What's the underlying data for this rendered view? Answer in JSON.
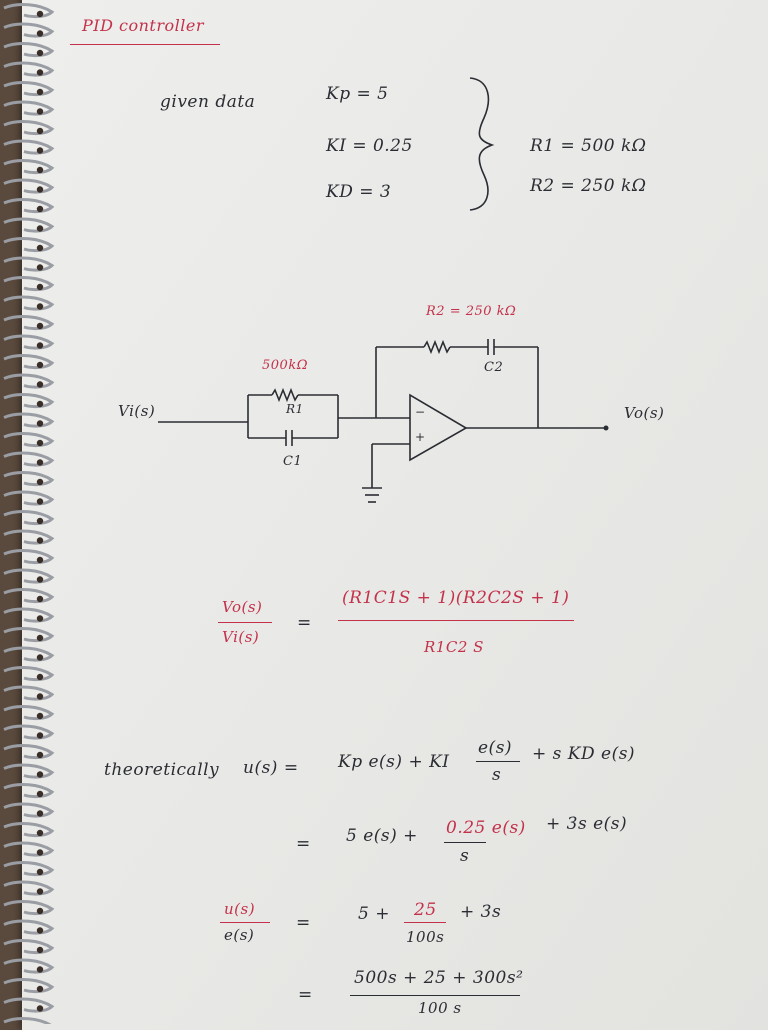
{
  "title": "PID controller",
  "given": {
    "label": "given data",
    "kp": "Kp = 5",
    "ki": "KI = 0.25",
    "kd": "KD = 3",
    "r1": "R1 = 500 kΩ",
    "r2": "R2 = 250 kΩ"
  },
  "circuit": {
    "r2_label": "R2 = 250 kΩ",
    "c2_label": "C2",
    "r1_value": "500kΩ",
    "r1_label": "R1",
    "c1_label": "C1",
    "vin_label": "Vi(s)",
    "vout_label": "Vo(s)",
    "minus": "−",
    "plus": "+"
  },
  "transfer": {
    "lhs_num": "Vo(s)",
    "lhs_den": "Vi(s)",
    "eq": "=",
    "rhs_num": "(R1C1S + 1)(R2C2S + 1)",
    "rhs_den": "R1C2 S"
  },
  "derivation": {
    "label": "theoretically",
    "line1_lhs": "u(s)  =",
    "line1_rhs_a": "Kp e(s)  +  KI",
    "line1_frac_num": "e(s)",
    "line1_frac_den": "s",
    "line1_rhs_b": "+  s KD e(s)",
    "line2_eq": "=",
    "line2_a": "5 e(s)  +",
    "line2_frac_num": "0.25 e(s)",
    "line2_frac_den": "s",
    "line2_b": "+  3s e(s)",
    "line3_lhs_num": "u(s)",
    "line3_lhs_den": "e(s)",
    "line3_eq": "=",
    "line3_a": "5  +",
    "line3_frac_num": "25",
    "line3_frac_den": "100s",
    "line3_b": "+  3s",
    "line4_eq": "=",
    "line4_num": "500s + 25 + 300s²",
    "line4_den": "100 s"
  }
}
